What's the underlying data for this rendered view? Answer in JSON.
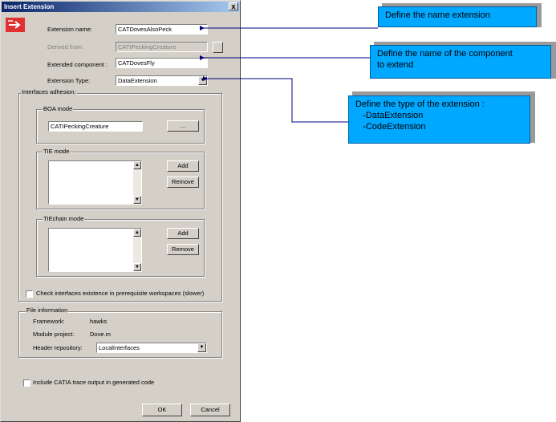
{
  "dialog": {
    "title": "Insert Extension",
    "close_glyph": "x",
    "fields": {
      "extension_name": {
        "label": "Extension name:",
        "value": "CATDovesAlsoPeck"
      },
      "derived_from": {
        "label": "Derived from:",
        "value": "CATIPeckingCreature"
      },
      "extended_component": {
        "label": "Extended component :",
        "value": "CATDovesFly"
      },
      "extension_type": {
        "label": "Extension Type:",
        "value": "DataExtension"
      }
    },
    "interfaces_adhesion": {
      "title": "Interfaces adhesion:",
      "boa": {
        "title": "BOA mode",
        "value": "CATIPeckingCreature",
        "browse_label": "..."
      },
      "tie": {
        "title": "TIE mode",
        "add_label": "Add",
        "remove_label": "Remove"
      },
      "tiechain": {
        "title": "TIEchain mode",
        "add_label": "Add",
        "remove_label": "Remove"
      },
      "check_label": "Check interfaces existence in prerequisite workspaces (slower)"
    },
    "file_info": {
      "title": "File information",
      "framework_label": "Framework:",
      "framework_value": "hawks",
      "module_label": "Module project:",
      "module_value": "Dove.m",
      "header_label": "Header repository:",
      "header_value": "LocalInterfaces"
    },
    "trace_label": "Include CATIA trace output in  generated code",
    "ok_label": "OK",
    "cancel_label": "Cancel"
  },
  "callouts": {
    "name": "Define the name extension",
    "component": "Define the name of the component\nto extend",
    "type": "Define the type of the extension :\n   -DataExtension\n   -CodeExtension"
  },
  "colors": {
    "callout_fill": "#00a8ff",
    "arrow": "#000080"
  }
}
